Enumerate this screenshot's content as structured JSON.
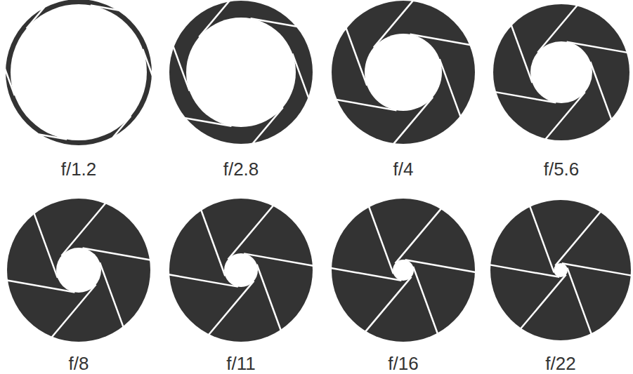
{
  "diagram": {
    "labels": [
      "f/1.2",
      "f/2.8",
      "f/4",
      "f/5.6",
      "f/8",
      "f/11",
      "f/16",
      "f/22"
    ]
  }
}
